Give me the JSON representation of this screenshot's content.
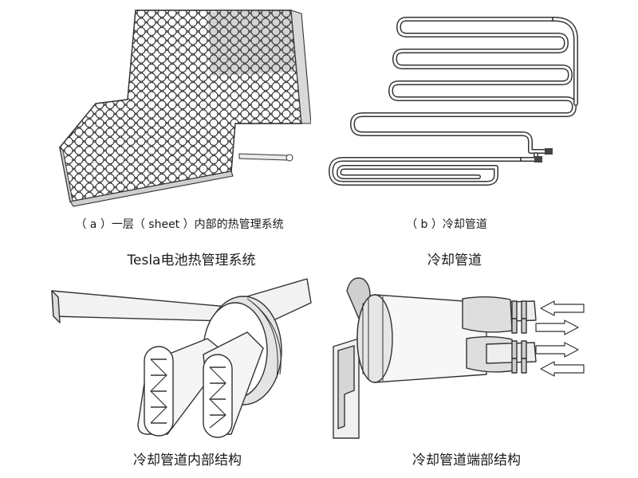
{
  "captions": {
    "a": "（ a ）一层（ sheet ）内部的热管理系统",
    "b": "（ b ）冷却管道",
    "left_title": "Tesla电池热管理系统",
    "right_title": "冷却管道",
    "bottom_left": "冷却管道内部结构",
    "bottom_right": "冷却管道端部结构"
  },
  "colors": {
    "line": "#2a2a2a",
    "background": "#ffffff",
    "fill_light": "#e6e6e6"
  }
}
